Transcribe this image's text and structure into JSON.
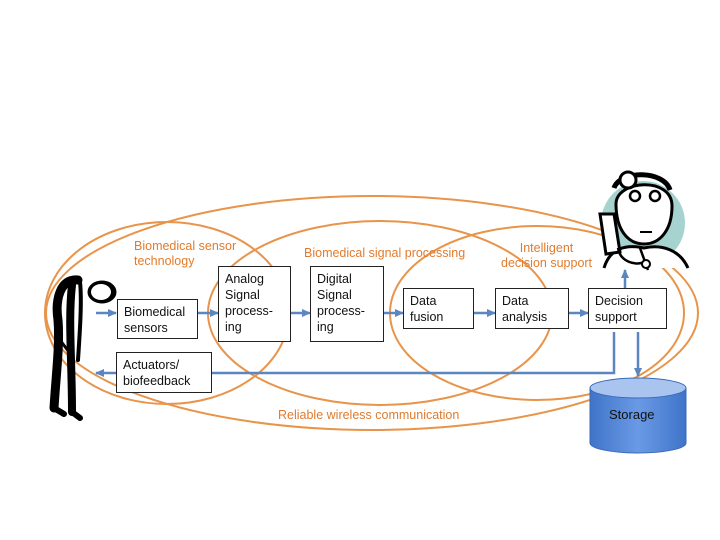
{
  "labels": {
    "sensor_tech": "Biomedical sensor\ntechnology",
    "signal_processing": "Biomedical signal processing",
    "decision_support": "Intelligent\ndecision support",
    "wireless": "Reliable wireless communication"
  },
  "boxes": {
    "biomedical_sensors": "Biomedical\nsensors",
    "analog": "Analog\nSignal\nprocess-\ning",
    "digital": "Digital\nSignal\nprocess-\ning",
    "data_fusion": "Data\nfusion",
    "data_analysis": "Data\nanalysis",
    "decision_support": "Decision\nsupport",
    "actuators": "Actuators/\nbiofeedback"
  },
  "storage": "Storage",
  "colors": {
    "ellipse": "#e8944a",
    "label": "#e07b2e",
    "arrow": "#5b86c0",
    "storage_top": "#a9c4ee",
    "storage_body": "#4f86d9",
    "doctor_bg": "#a6d3cf"
  }
}
